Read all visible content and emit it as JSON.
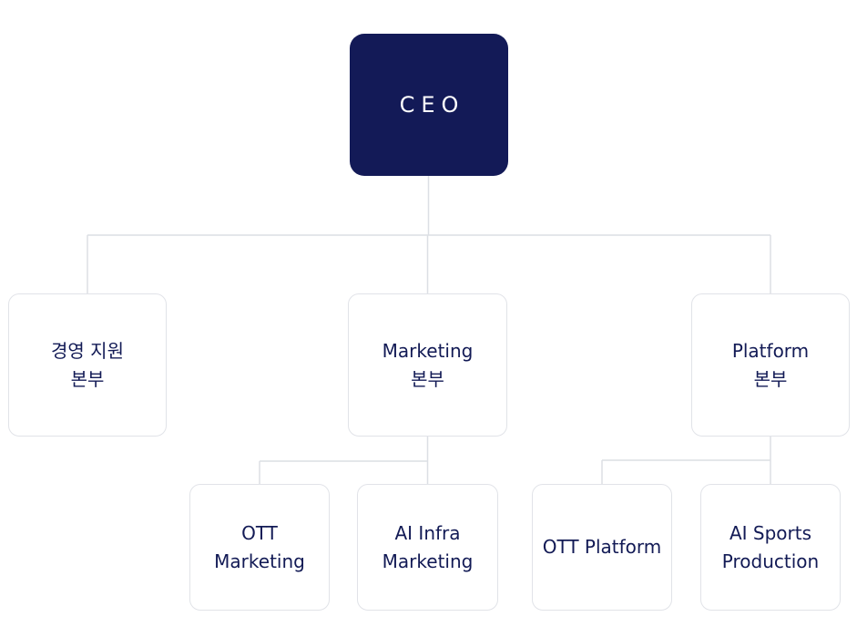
{
  "org": {
    "ceo": {
      "lines": [
        "CEO"
      ]
    },
    "management_support": {
      "lines": [
        "경영 지원",
        "본부"
      ]
    },
    "marketing": {
      "lines": [
        "Marketing",
        "본부"
      ]
    },
    "platform": {
      "lines": [
        "Platform",
        "본부"
      ]
    },
    "ott_marketing": {
      "lines": [
        "OTT",
        "Marketing"
      ]
    },
    "ai_infra_marketing": {
      "lines": [
        "AI Infra",
        "Marketing"
      ]
    },
    "ott_platform": {
      "lines": [
        "OTT Platform"
      ]
    },
    "ai_sports_production": {
      "lines": [
        "AI Sports",
        "Production"
      ]
    }
  },
  "colors": {
    "root_fill": "#131a57",
    "text": "#121a55",
    "border": "#e1e3e8",
    "connector": "#dcdfe4"
  }
}
